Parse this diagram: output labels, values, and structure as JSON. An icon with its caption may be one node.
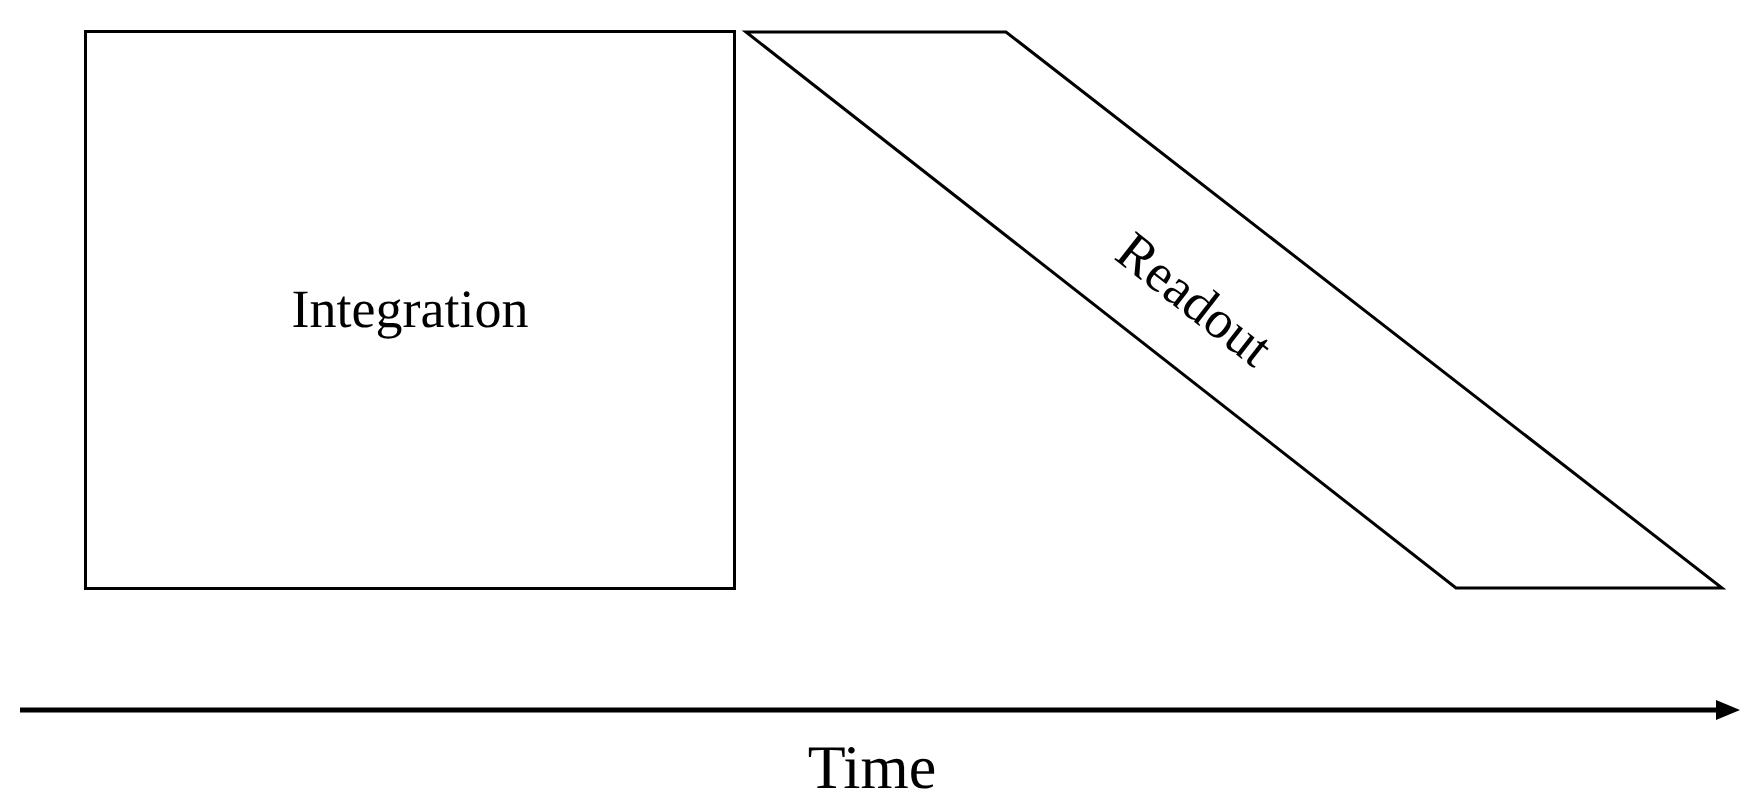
{
  "diagram": {
    "nodes": [
      {
        "text": [
          "Integration"
        ]
      },
      {
        "text": [
          "Readout"
        ]
      }
    ],
    "labels": [
      "Time"
    ]
  }
}
